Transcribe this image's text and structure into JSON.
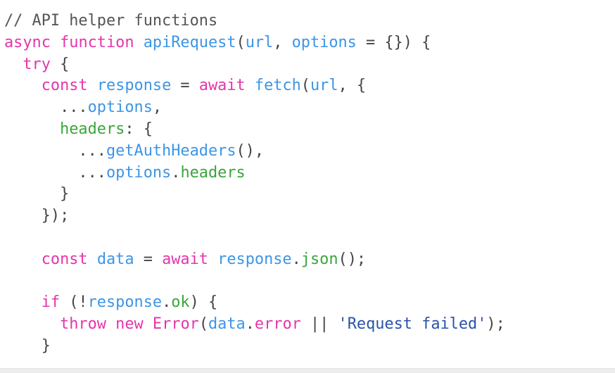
{
  "code": {
    "lines": [
      [
        [
          "// API helper functions",
          "comment"
        ]
      ],
      [
        [
          "async",
          "keyword"
        ],
        [
          " ",
          "plain"
        ],
        [
          "function",
          "keyword"
        ],
        [
          " ",
          "plain"
        ],
        [
          "apiRequest",
          "ident"
        ],
        [
          "(",
          "plain"
        ],
        [
          "url",
          "ident"
        ],
        [
          ", ",
          "plain"
        ],
        [
          "options",
          "ident"
        ],
        [
          " = {}) {",
          "plain"
        ]
      ],
      [
        [
          "  ",
          "plain"
        ],
        [
          "try",
          "keyword"
        ],
        [
          " {",
          "plain"
        ]
      ],
      [
        [
          "    ",
          "plain"
        ],
        [
          "const",
          "keyword"
        ],
        [
          " ",
          "plain"
        ],
        [
          "response",
          "ident"
        ],
        [
          " = ",
          "plain"
        ],
        [
          "await",
          "keyword"
        ],
        [
          " ",
          "plain"
        ],
        [
          "fetch",
          "ident"
        ],
        [
          "(",
          "plain"
        ],
        [
          "url",
          "ident"
        ],
        [
          ", {",
          "plain"
        ]
      ],
      [
        [
          "      ...",
          "plain"
        ],
        [
          "options",
          "ident"
        ],
        [
          ",",
          "plain"
        ]
      ],
      [
        [
          "      ",
          "plain"
        ],
        [
          "headers",
          "prop"
        ],
        [
          ": {",
          "plain"
        ]
      ],
      [
        [
          "        ...",
          "plain"
        ],
        [
          "getAuthHeaders",
          "ident"
        ],
        [
          "(),",
          "plain"
        ]
      ],
      [
        [
          "        ...",
          "plain"
        ],
        [
          "options",
          "ident"
        ],
        [
          ".",
          "plain"
        ],
        [
          "headers",
          "prop"
        ]
      ],
      [
        [
          "      }",
          "plain"
        ]
      ],
      [
        [
          "    });",
          "plain"
        ]
      ],
      [],
      [
        [
          "    ",
          "plain"
        ],
        [
          "const",
          "keyword"
        ],
        [
          " ",
          "plain"
        ],
        [
          "data",
          "ident"
        ],
        [
          " = ",
          "plain"
        ],
        [
          "await",
          "keyword"
        ],
        [
          " ",
          "plain"
        ],
        [
          "response",
          "ident"
        ],
        [
          ".",
          "plain"
        ],
        [
          "json",
          "prop"
        ],
        [
          "();",
          "plain"
        ]
      ],
      [],
      [
        [
          "    ",
          "plain"
        ],
        [
          "if",
          "keyword"
        ],
        [
          " (!",
          "plain"
        ],
        [
          "response",
          "ident"
        ],
        [
          ".",
          "plain"
        ],
        [
          "ok",
          "prop"
        ],
        [
          ") {",
          "plain"
        ]
      ],
      [
        [
          "      ",
          "plain"
        ],
        [
          "throw",
          "keyword"
        ],
        [
          " ",
          "plain"
        ],
        [
          "new",
          "keyword"
        ],
        [
          " ",
          "plain"
        ],
        [
          "Error",
          "keyword"
        ],
        [
          "(",
          "plain"
        ],
        [
          "data",
          "ident"
        ],
        [
          ".",
          "plain"
        ],
        [
          "error",
          "keyword"
        ],
        [
          " || ",
          "plain"
        ],
        [
          "'Request failed'",
          "string"
        ],
        [
          ");",
          "plain"
        ]
      ],
      [
        [
          "    }",
          "plain"
        ]
      ]
    ]
  }
}
